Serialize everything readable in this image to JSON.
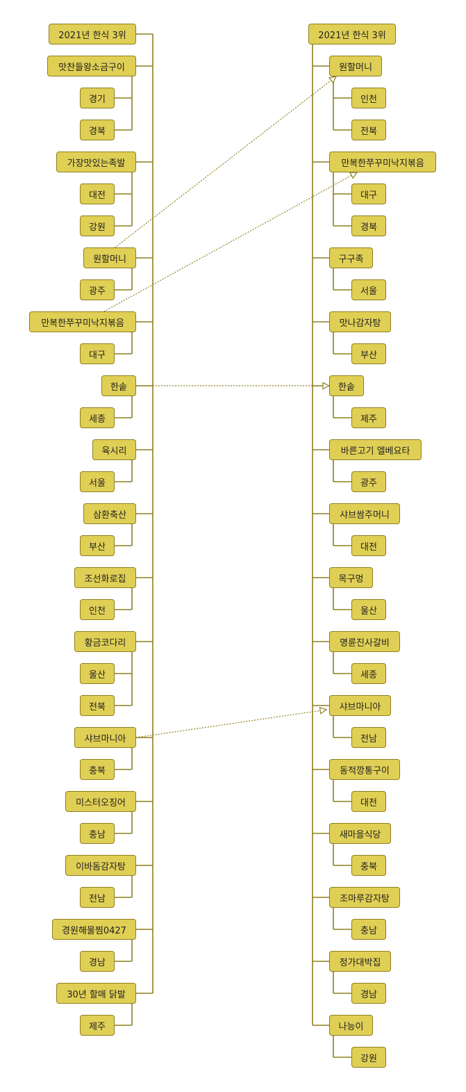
{
  "colors": {
    "node_fill": "#e0cf55",
    "node_border": "#8d7e1f",
    "line": "#8d7e1f",
    "link": "#8d7e1f"
  },
  "left_tree": {
    "root": "2021년 한식 3위",
    "groups": [
      {
        "label": "맛찬들왕소금구이",
        "children": [
          "경기",
          "경북"
        ]
      },
      {
        "label": "가장맛있는족발",
        "children": [
          "대전",
          "강원"
        ]
      },
      {
        "label": "원할머니",
        "children": [
          "광주"
        ]
      },
      {
        "label": "만복한쭈꾸미낙지볶음",
        "children": [
          "대구"
        ]
      },
      {
        "label": "한솥",
        "children": [
          "세종"
        ]
      },
      {
        "label": "육시리",
        "children": [
          "서울"
        ]
      },
      {
        "label": "삼환축산",
        "children": [
          "부산"
        ]
      },
      {
        "label": "조선화로집",
        "children": [
          "인천"
        ]
      },
      {
        "label": "황금코다리",
        "children": [
          "울산",
          "전북"
        ]
      },
      {
        "label": "샤브마니아",
        "children": [
          "충북"
        ]
      },
      {
        "label": "미스터오징어",
        "children": [
          "충남"
        ]
      },
      {
        "label": "이바돔감자탕",
        "children": [
          "전남"
        ]
      },
      {
        "label": "경원해물찜0427",
        "children": [
          "경남"
        ]
      },
      {
        "label": "30년 할매 닭발",
        "children": [
          "제주"
        ]
      }
    ]
  },
  "right_tree": {
    "root": "2021년 한식 3위",
    "groups": [
      {
        "label": "원할머니",
        "children": [
          "인천",
          "전북"
        ]
      },
      {
        "label": "만복한쭈꾸미낙지볶음",
        "children": [
          "대구",
          "경북"
        ]
      },
      {
        "label": "구구족",
        "children": [
          "서울"
        ]
      },
      {
        "label": "맛나감자탕",
        "children": [
          "부산"
        ]
      },
      {
        "label": "한솥",
        "children": [
          "제주"
        ]
      },
      {
        "label": "바른고기 엘베요타",
        "children": [
          "광주"
        ]
      },
      {
        "label": "샤브쌈주머니",
        "children": [
          "대전"
        ]
      },
      {
        "label": "목구멍",
        "children": [
          "울산"
        ]
      },
      {
        "label": "명륜진사갈비",
        "children": [
          "세종"
        ]
      },
      {
        "label": "샤브마니아",
        "children": [
          "전남"
        ]
      },
      {
        "label": "동적깡통구이",
        "children": [
          "대전"
        ]
      },
      {
        "label": "새마을식당",
        "children": [
          "충북"
        ]
      },
      {
        "label": "조마루감자탕",
        "children": [
          "충남"
        ]
      },
      {
        "label": "정가대박집",
        "children": [
          "경남"
        ]
      },
      {
        "label": "나능이",
        "children": [
          "강원"
        ]
      }
    ]
  },
  "links": [
    {
      "from": "원할머니",
      "to": "원할머니"
    },
    {
      "from": "만복한쭈꾸미낙지볶음",
      "to": "만복한쭈꾸미낙지볶음"
    },
    {
      "from": "한솥",
      "to": "한솥"
    },
    {
      "from": "샤브마니아",
      "to": "샤브마니아"
    }
  ]
}
